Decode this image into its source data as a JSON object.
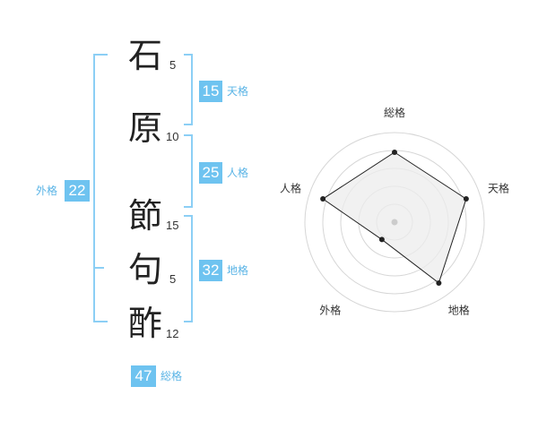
{
  "name_chars": [
    {
      "char": "石",
      "strokes": "5"
    },
    {
      "char": "原",
      "strokes": "10"
    },
    {
      "char": "節",
      "strokes": "15"
    },
    {
      "char": "句",
      "strokes": "5"
    },
    {
      "char": "酢",
      "strokes": "12"
    }
  ],
  "fortunes": {
    "tenkaku": {
      "value": "15",
      "label": "天格"
    },
    "jinkaku": {
      "value": "25",
      "label": "人格"
    },
    "chikaku": {
      "value": "32",
      "label": "地格"
    },
    "gaikaku": {
      "value": "22",
      "label": "外格"
    },
    "soukaku": {
      "value": "47",
      "label": "総格"
    }
  },
  "colors": {
    "accent": "#6ec3f0",
    "bracket": "#8ccff5",
    "radar_fill": "#ececec",
    "radar_line": "#222222"
  },
  "chart_data": {
    "type": "radar",
    "axes": [
      "総格",
      "天格",
      "地格",
      "外格",
      "人格"
    ],
    "values": [
      0.78,
      0.84,
      0.84,
      0.24,
      0.84
    ],
    "rings": 5,
    "max": 1
  }
}
